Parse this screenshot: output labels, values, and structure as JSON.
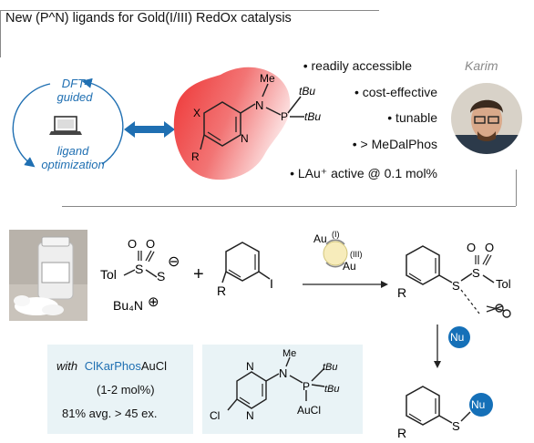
{
  "title": "New (P^N) ligands for Gold(I/III) RedOx catalysis",
  "cycle": {
    "top": "DFT-\nguided",
    "top_line1": "DFT-",
    "top_line2": "guided",
    "bottom_line1": "ligand",
    "bottom_line2": "optimization"
  },
  "ligand_struct": {
    "me": "Me",
    "n": "N",
    "p": "P",
    "tbu1": "tBu",
    "tbu2": "tBu",
    "x": "X",
    "r": "R",
    "n_ring": "N"
  },
  "bullets": [
    "• readily accessible",
    "• cost-effective",
    "• tunable",
    "• > MeDalPhos",
    "• LAu⁺ active @ 0.1 mol%"
  ],
  "person_name": "Karim",
  "reaction": {
    "sulfonyl_tol": "Tol",
    "s1": "S",
    "s2": "S",
    "o1": "O",
    "o2": "O",
    "minus": "⊖",
    "counterion": "Bu₄N",
    "plus": "⊕",
    "plus_sign": "+",
    "iodo": "I",
    "r_aryl": "R",
    "au_top": "Au",
    "au_top_ox": "(I)",
    "au_bot": "Au",
    "au_bot_ox": "(III)",
    "product_tol": "Tol",
    "product_s1": "S",
    "product_s2": "S",
    "product_o1": "O",
    "product_o2": "O",
    "product_r": "R",
    "nu": "Nu",
    "final_s": "S",
    "final_r": "R",
    "final_nu": "Nu"
  },
  "conditions": {
    "with": "with",
    "ligand_name": "ClKarPhos",
    "aucl": "AuCl",
    "loading": "(1-2 mol%)",
    "scope": "81% avg. > 45 ex."
  },
  "clkarphos": {
    "me": "Me",
    "n": "N",
    "p": "P",
    "tbu1": "tBu",
    "tbu2": "tBu",
    "aucl": "AuCl",
    "cl": "Cl",
    "n1": "N",
    "n2": "N"
  },
  "colors": {
    "accent_blue": "#1f6fb2",
    "nu_blue": "#1570b8",
    "panel_bg": "#e9f3f6",
    "red_blob": "#ee3b3b"
  }
}
